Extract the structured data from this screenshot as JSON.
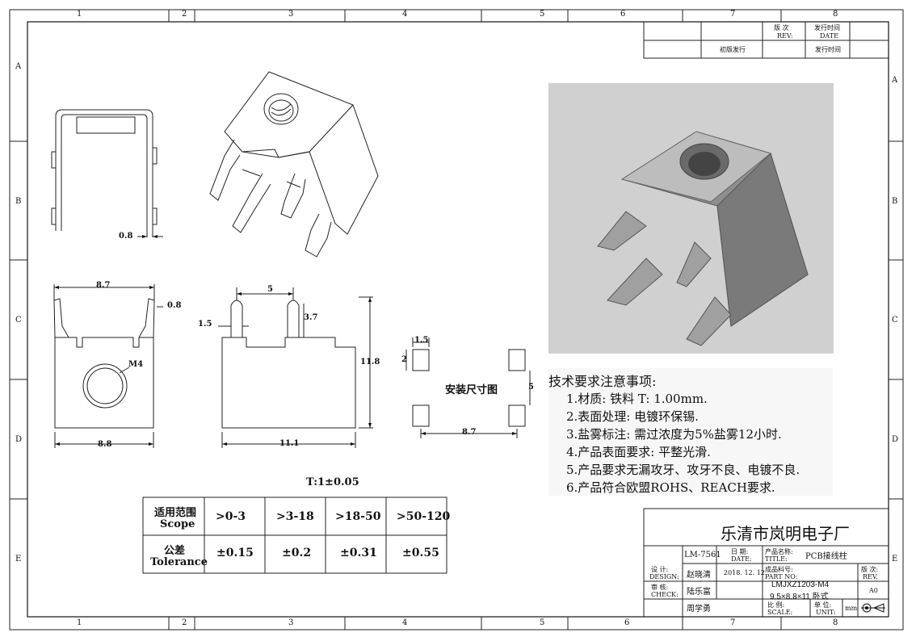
{
  "border": {
    "cols_top": [
      "1",
      "2",
      "3",
      "4",
      "5",
      "6",
      "7",
      "8"
    ],
    "cols_bottom": [
      "1",
      "2",
      "3",
      "4",
      "5",
      "6",
      "7",
      "8"
    ],
    "rows_left": [
      "A",
      "B",
      "C",
      "D",
      "E"
    ],
    "rows_right": [
      "A",
      "B",
      "C",
      "D",
      "E"
    ]
  },
  "revision_table": {
    "rev_cn": "版 次",
    "rev_en": "REV:",
    "date_cn": "发行时间",
    "date_en": "DATE",
    "initial_release": "初版发行",
    "release_time": "发行时间"
  },
  "dims": {
    "front_thickness": "0.8",
    "bottom_width_top": "8.7",
    "bottom_thickness": "0.8",
    "thread": "M4",
    "bottom_width": "8.8",
    "side_pin_spacing": "5",
    "side_pin_width": "1.5",
    "side_pin_height": "3.7",
    "side_height": "11.8",
    "side_length": "11.1",
    "pad_width": "1.5",
    "pad_height": "2",
    "pad_gap": "5",
    "pad_spacing": "8.7",
    "install_title": "安装尺寸图",
    "thickness_note": "T:1±0.05"
  },
  "tolerance_table": {
    "scope_cn": "适用范围",
    "scope_en": "Scope",
    "tol_cn": "公差",
    "tol_en": "Tolerance",
    "ranges": [
      ">0-3",
      ">3-18",
      ">18-50",
      ">50-120"
    ],
    "values": [
      "±0.15",
      "±0.2",
      "±0.31",
      "±0.55"
    ]
  },
  "notes": {
    "title": "技术要求注意事项:",
    "items": [
      "1.材质: 铁料    T: 1.00mm.",
      "2.表面处理: 电镀环保锡.",
      "3.盐雾标注: 需过浓度为5%盐雾12小时.",
      "4.产品表面要求: 平整光滑.",
      "5.产品要求无漏攻牙、攻牙不良、电镀不良.",
      "6.产品符合欧盟ROHS、REACH要求."
    ]
  },
  "title_block": {
    "company": "乐清市岚明电子厂",
    "code": "LM-7561",
    "date_cn": "日 期:",
    "date_en": "DATE:",
    "title_cn": "产品名称:",
    "title_en": "TITLE:",
    "title_value": "PCB接线柱",
    "design_cn": "设 计:",
    "design_en": "DESIGN:",
    "designer": "赵晓清",
    "design_date": "2018. 12. 12",
    "partno_cn": "成品料号:",
    "partno_en": "PART NO:",
    "partno_value": "LMJXZ1203-M4",
    "part_desc": "9.5×8.8×11 卧式",
    "rev_cn": "版 次:",
    "rev_en": "REV.",
    "rev_value": "A0",
    "check_cn": "审 核:",
    "check_en": "CHECK:",
    "checker": "陆乐富",
    "approver": "周学勇",
    "scale_cn": "比 例:",
    "scale_en": "SCALE:",
    "unit_cn": "单 位:",
    "unit_en": "UNIT:",
    "unit_value": "mm"
  }
}
